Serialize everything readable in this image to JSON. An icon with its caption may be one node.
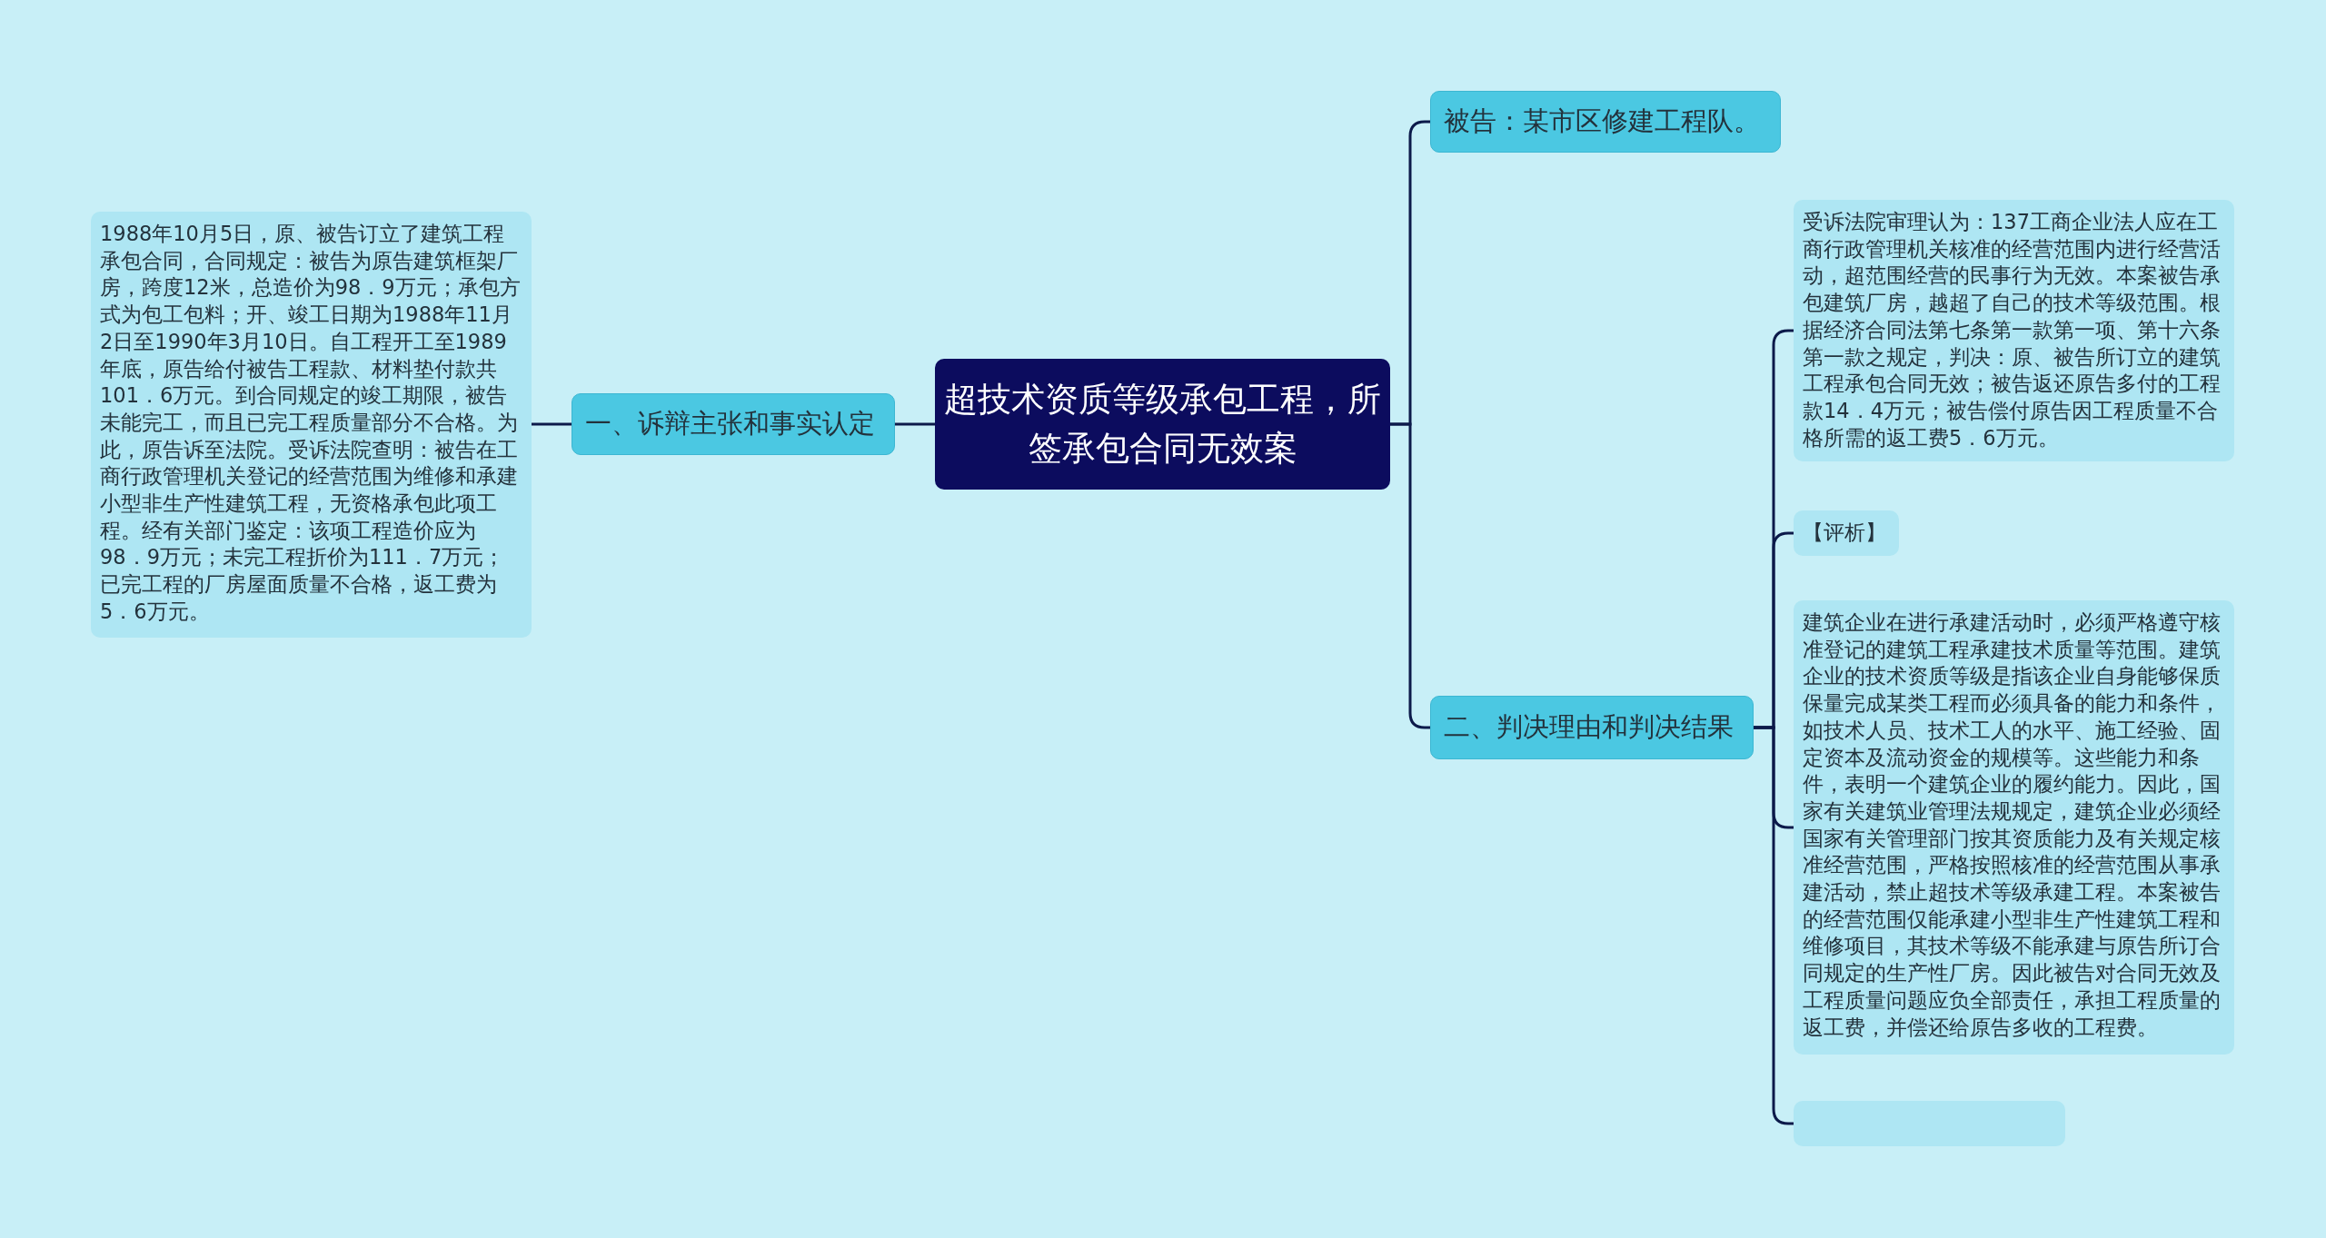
{
  "diagram": {
    "nodes": [
      {
        "text": [
          "超技术资质等级承包工程，所签承包合同无效案"
        ]
      },
      {
        "text": [
          "一、诉辩主张和事实认定"
        ]
      },
      {
        "text": [
          "1988年10月5日，原、被告订立了建筑工程承包合同，合同规定：被告为原告建筑框架厂房，跨度12米，总造价为98．9万元；承包方式为包工包料；开、竣工日期为1988年11月2日至1990年3月10日。自工程开工至1989年底，原告给付被告工程款、材料垫付款共101．6万元。到合同规定的竣工期限，被告未能完工，而且已完工程质量部分不合格。为此，原告诉至法院。受诉法院查明：被告在工商行政管理机关登记的经营范围为维修和承建小型非生产性建筑工程，无资格承包此项工程。经有关部门鉴定：该项工程造价应为98．9万元；未完工程折价为111．7万元；已完工程的厂房屋面质量不合格，返工费为5．6万元。"
        ]
      },
      {
        "text": [
          "被告：某市区修建工程队。"
        ]
      },
      {
        "text": [
          "二、判决理由和判决结果"
        ]
      },
      {
        "text": [
          "受诉法院审理认为：137工商企业法人应在工商行政管理机关核准的经营范围内进行经营活动，超范围经营的民事行为无效。本案被告承包建筑厂房，越超了自己的技术等级范围。根据经济合同法第七条第一款第一项、第十六条第一款之规定，判决：原、被告所订立的建筑工程承包合同无效；被告返还原告多付的工程款14．4万元；被告偿付原告因工程质量不合格所需的返工费5．6万元。"
        ]
      },
      {
        "text": [
          "【评析】"
        ]
      },
      {
        "text": [
          "建筑企业在进行承建活动时，必须严格遵守核准登记的建筑工程承建技术质量等范围。建筑企业的技术资质等级是指该企业自身能够保质保量完成某类工程而必须具备的能力和条件，如技术人员、技术工人的水平、施工经验、固定资本及流动资金的规模等。这些能力和条件，表明一个建筑企业的履约能力。因此，国家有关建筑业管理法规规定，建筑企业必须经国家有关管理部门按其资质能力及有关规定核准经营范围，严格按照核准的经营范围从事承建活动，禁止超技术等级承建工程。本案被告的经营范围仅能承建小型非生产性建筑工程和维修项目，其技术等级不能承建与原告所订合同规定的生产性厂房。因此被告对合同无效及工程质量问题应负全部责任，承担工程质量的返工费，并偿还给原告多收的工程费。"
        ]
      },
      {
        "text": [],
        "shape": "box"
      }
    ],
    "edges": [
      {
        "from": 0,
        "to": 1,
        "arrow": "none"
      },
      {
        "from": 1,
        "to": 2,
        "arrow": "none"
      },
      {
        "from": 0,
        "to": 3,
        "arrow": "none"
      },
      {
        "from": 0,
        "to": 4,
        "arrow": "none"
      },
      {
        "from": 4,
        "to": 5,
        "arrow": "none"
      },
      {
        "from": 4,
        "to": 6,
        "arrow": "none"
      },
      {
        "from": 4,
        "to": 7,
        "arrow": "none"
      },
      {
        "from": 4,
        "to": 8,
        "arrow": "none"
      }
    ]
  }
}
